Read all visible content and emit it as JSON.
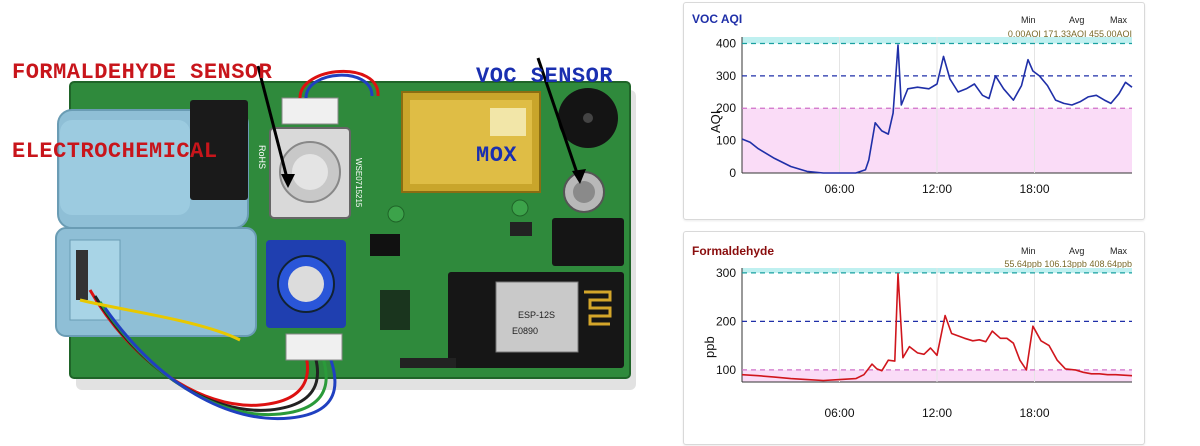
{
  "photo": {
    "formaldehyde_label": [
      "FORMALDEHYDE SENSOR",
      "ELECTROCHEMICAL"
    ],
    "voc_label": [
      "VOC SENSOR",
      "MOX"
    ],
    "formaldehyde_color": "#c8151b",
    "voc_color": "#1a2fb0",
    "board_color": "#2f8a3c",
    "pcb_markings": [
      "RoHS",
      "WSE0715215",
      "ESP-12S",
      "E0890"
    ]
  },
  "chart_data": [
    {
      "type": "line",
      "title": "VOC AQI",
      "title_color": "#1f2fa8",
      "line_color": "#1f2fa8",
      "ylabel": "AQI",
      "ylim": [
        0,
        420
      ],
      "yticks": [
        0,
        100,
        200,
        300,
        400
      ],
      "xticks": [
        "06:00",
        "12:00",
        "18:00"
      ],
      "xtick_hours": [
        6,
        12,
        18
      ],
      "xrange_hours": [
        0,
        24
      ],
      "stats_headers": [
        "Min",
        "Avg",
        "Max"
      ],
      "stats_values": "0.00AQI 171.33AQI 455.00AQI",
      "bands": [
        {
          "from": 0,
          "to": 200,
          "color": "#fadcf7"
        },
        {
          "from": 400,
          "to": 420,
          "color": "#bff0f0"
        }
      ],
      "threshold_lines": [
        {
          "y": 400,
          "color": "#19a0a0"
        },
        {
          "y": 300,
          "color": "#1f2fa8"
        },
        {
          "y": 200,
          "color": "#d070c8"
        }
      ],
      "x": [
        0,
        0.5,
        1,
        2,
        3,
        4,
        5,
        6,
        7,
        7.6,
        7.8,
        8.2,
        8.6,
        9.0,
        9.3,
        9.6,
        9.8,
        10.2,
        10.8,
        11.5,
        12.0,
        12.4,
        12.8,
        13.3,
        13.8,
        14.3,
        14.8,
        15.2,
        15.6,
        16.1,
        16.7,
        17.2,
        17.6,
        17.9,
        18.3,
        18.8,
        19.3,
        19.8,
        20.3,
        20.8,
        21.3,
        21.8,
        22.3,
        22.7,
        23.2,
        23.6,
        24
      ],
      "y": [
        105,
        95,
        75,
        45,
        20,
        5,
        0,
        0,
        0,
        10,
        40,
        155,
        130,
        120,
        185,
        395,
        210,
        260,
        265,
        260,
        275,
        360,
        290,
        250,
        260,
        275,
        240,
        230,
        300,
        260,
        225,
        270,
        350,
        315,
        300,
        270,
        225,
        215,
        210,
        220,
        235,
        240,
        225,
        215,
        245,
        280,
        265
      ]
    },
    {
      "type": "line",
      "title": "Formaldehyde",
      "title_color": "#8a0d0d",
      "line_color": "#d0161d",
      "ylabel": "ppb",
      "ylim": [
        75,
        310
      ],
      "yticks": [
        100,
        200,
        300
      ],
      "xticks": [
        "06:00",
        "12:00",
        "18:00"
      ],
      "xtick_hours": [
        6,
        12,
        18
      ],
      "xrange_hours": [
        0,
        24
      ],
      "stats_headers": [
        "Min",
        "Avg",
        "Max"
      ],
      "stats_values": "55.64ppb 106.13ppb 408.64ppb",
      "bands": [
        {
          "from": 75,
          "to": 100,
          "color": "#fadcf7"
        },
        {
          "from": 300,
          "to": 310,
          "color": "#bff0f0"
        }
      ],
      "threshold_lines": [
        {
          "y": 300,
          "color": "#19a0a0"
        },
        {
          "y": 200,
          "color": "#1f2fa8"
        },
        {
          "y": 100,
          "color": "#d070c8"
        }
      ],
      "x": [
        0,
        1,
        2,
        3,
        4,
        5,
        6,
        7,
        7.5,
        8.0,
        8.3,
        8.6,
        9.0,
        9.4,
        9.6,
        9.9,
        10.3,
        10.8,
        11.2,
        11.6,
        12.0,
        12.5,
        12.9,
        13.3,
        13.7,
        14.2,
        14.6,
        15.0,
        15.4,
        15.9,
        16.3,
        16.7,
        17.1,
        17.5,
        17.9,
        18.4,
        18.9,
        19.4,
        19.9,
        20.5,
        21.0,
        21.5,
        22.0,
        22.5,
        23.0,
        24
      ],
      "y": [
        90,
        88,
        85,
        82,
        80,
        78,
        80,
        82,
        90,
        112,
        102,
        98,
        120,
        118,
        298,
        125,
        148,
        135,
        132,
        145,
        130,
        212,
        175,
        170,
        165,
        160,
        162,
        158,
        180,
        165,
        165,
        155,
        120,
        100,
        190,
        160,
        150,
        120,
        102,
        100,
        95,
        92,
        92,
        90,
        90,
        88
      ]
    }
  ]
}
